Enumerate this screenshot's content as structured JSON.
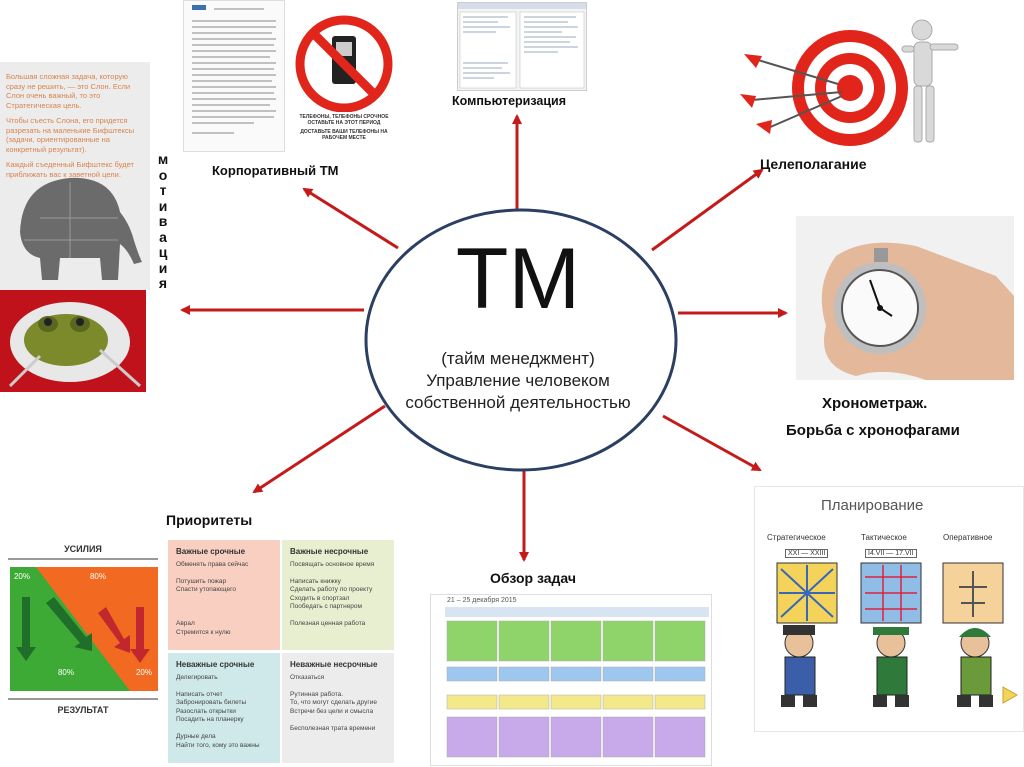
{
  "center": {
    "title": "ТМ",
    "subtitle": "(тайм менеджмент)",
    "line1": "Управление человеком",
    "line2": "собственной деятельностью"
  },
  "labels": {
    "corporate": "Корпоративный ТМ",
    "computer": "Компьютеризация",
    "goal": "Целеполагание",
    "chrono1": "Хронометраж.",
    "chrono2": "Борьба с хронофагами",
    "priorities": "Приоритеты",
    "review": "Обзор задач",
    "motivation_letters": [
      "м",
      "о",
      "т",
      "и",
      "в",
      "а",
      "ц",
      "и",
      "я"
    ]
  },
  "elephant_panel": {
    "p1": "Большая сложная задача, которую сразу не решить, — это Слон. Если Слон очень важный, то это Стратегическая цель.",
    "p2": "Чтобы съесть Слона, его придется разрезать на маленькие Бифштексы (задачи, ориентированные на конкретный результат).",
    "p3": "Каждый съеденный Бифштекс будет приближать вас к заветной цели."
  },
  "pareto": {
    "top": "УСИЛИЯ",
    "bottom": "РЕЗУЛЬТАТ",
    "tl": "20%",
    "tr": "80%",
    "bl": "80%",
    "br": "20%"
  },
  "matrix": {
    "q1": {
      "title": "Важные срочные",
      "items": [
        "Обменять права сейчас",
        "",
        "Потушить пожар",
        "Спасти утопающего",
        "",
        "",
        "",
        "Аврал",
        "Стремится к нулю"
      ]
    },
    "q2": {
      "title": "Важные несрочные",
      "items": [
        "Посвящать основное время",
        "",
        "Написать книжку",
        "Сделать работу по проекту",
        "Сходить в спортзал",
        "Пообедать с партнером",
        "",
        "Полезная ценная работа"
      ]
    },
    "q3": {
      "title": "Неважные срочные",
      "items": [
        "Делегировать",
        "",
        "Написать отчет",
        "Забронировать билеты",
        "Разослать открытки",
        "Посадить на планерку",
        "",
        "Дурные дела",
        "Найти того, кому это важны"
      ]
    },
    "q4": {
      "title": "Неважные несрочные",
      "items": [
        "Отказаться",
        "",
        "Рутинная работа.",
        "То, что могут сделать другие",
        "Встречи без цели и смысла",
        "",
        "Бесполезная трата времени"
      ]
    }
  },
  "planning": {
    "title": "Планирование",
    "col1": "Стратегическое",
    "col2": "Тактическое",
    "col3": "Оперативное",
    "badge1": "XXI — XXIII",
    "badge2": "I4.VII — 17.VII"
  },
  "calendar": {
    "header": "21 – 25 декабря 2015"
  },
  "phone_sign": {
    "line1": "ТЕЛЕФОНЫ, ТЕЛЕФОНЫ СРОЧНОЕ",
    "line2": "ОСТАВЬТЕ НА ЭТОТ ПЕРИОД",
    "line3": "ДОСТАВЬТЕ ВАШИ ТЕЛЕФОНЫ НА РАБОЧЕМ МЕСТЕ"
  },
  "colors": {
    "arrow": "#c41a1a",
    "ellipse_stroke": "#2b3f63",
    "ellipse_fill": "#ffffff",
    "orange": "#f26a21",
    "green": "#3daa35",
    "target_red": "#e1251b"
  }
}
